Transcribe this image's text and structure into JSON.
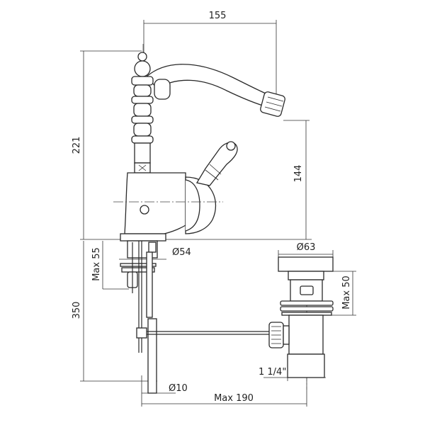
{
  "dimensions": {
    "spout_reach": "155",
    "total_height": "221",
    "spout_height": "144",
    "max_deck_thickness": "Max 55",
    "base_diameter": "Ø54",
    "hose_length": "350",
    "waste_flange_diameter": "Ø63",
    "waste_max_thickness": "Max 50",
    "waste_thread": "1 1/4\"",
    "rod_diameter": "Ø10",
    "max_rod_distance": "Max 190"
  }
}
